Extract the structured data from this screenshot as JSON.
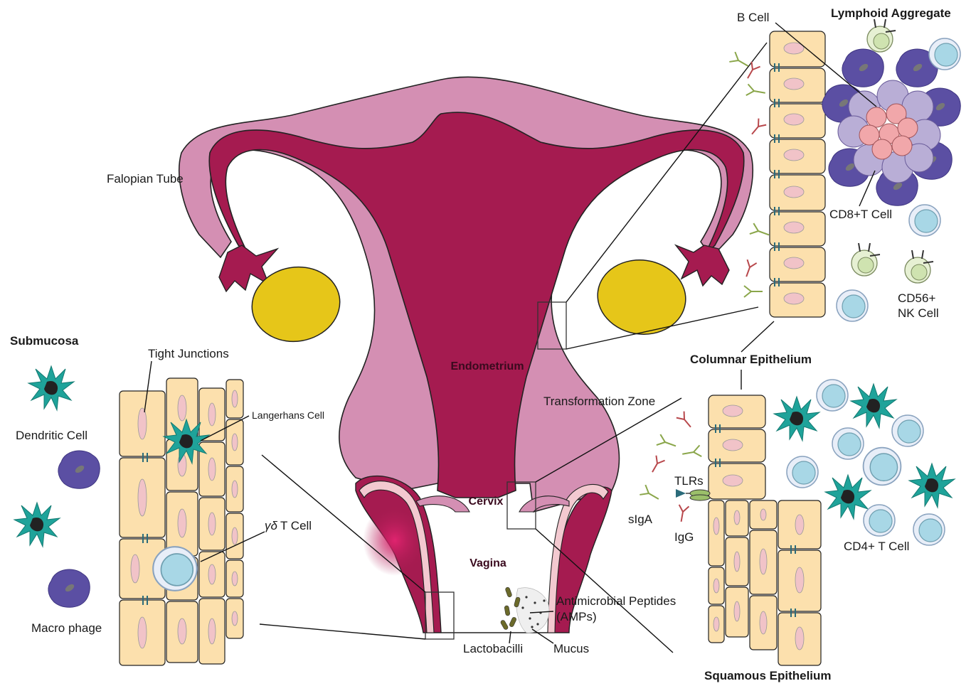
{
  "labels": {
    "falopian_tube": "Falopian Tube",
    "endometrium": "Endometrium",
    "cervix": "Cervix",
    "vagina": "Vagina",
    "transformation_zone": "Transformation Zone",
    "antimicrobial_peptides_1": "Antimicrobial Peptides",
    "antimicrobial_peptides_2": "(AMPs)",
    "lactobacilli": "Lactobacilli",
    "mucus": "Mucus",
    "submucosa": "Submucosa",
    "tight_junctions": "Tight Junctions",
    "langerhans_cell": "Langerhans Cell",
    "dendritic_cell": "Dendritic Cell",
    "gd_t_cell_symbol": "γδ",
    "gd_t_cell": "T Cell",
    "macro_phage": "Macro phage",
    "b_cell": "B Cell",
    "lymphoid_aggregate": "Lymphoid Aggregate",
    "cd8_t_cell": "CD8+T Cell",
    "cd56_nk_1": "CD56+",
    "cd56_nk_2": "NK Cell",
    "columnar_epithelium": "Columnar Epithelium",
    "tlrs": "TLRs",
    "siga": "sIgA",
    "igg": "IgG",
    "cd4_t_cell": "CD4+ T Cell",
    "squamous_epithelium": "Squamous Epithelium"
  },
  "colors": {
    "uterus_outer": "#d48fb3",
    "uterus_inner": "#a51b50",
    "ovary": "#e6c619",
    "epithelial_cell": "#fce0ad",
    "dendritic_cell": "#1fa39a",
    "macrophage": "#5b4fa3",
    "t_cell": "#a8d7e6",
    "nk_cell": "#cfe3b0",
    "cd8_cell": "#f1a7aa",
    "b_cell": "#b9aed6"
  }
}
